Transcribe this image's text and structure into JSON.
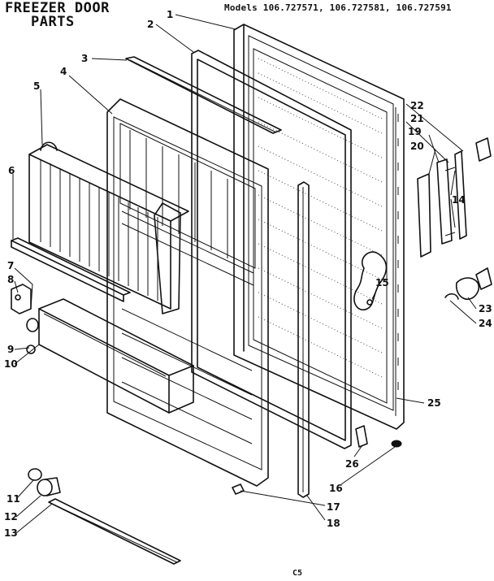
{
  "title": {
    "line1": "FREEZER DOOR",
    "line2": "PARTS"
  },
  "models": "Models 106.727571, 106.727581, 106.727591",
  "page_code": "C5",
  "callouts": [
    "1",
    "2",
    "3",
    "4",
    "5",
    "6",
    "7",
    "8",
    "9",
    "10",
    "11",
    "12",
    "13",
    "14",
    "15",
    "16",
    "17",
    "18",
    "19",
    "20",
    "21",
    "22",
    "23",
    "24",
    "25",
    "26"
  ]
}
